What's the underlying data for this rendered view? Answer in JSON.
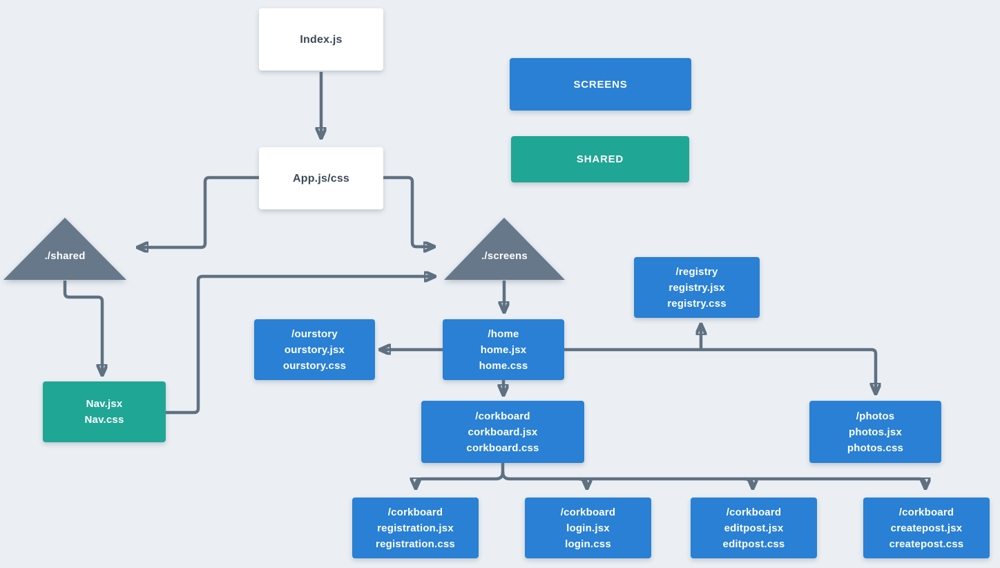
{
  "colors": {
    "background": "#ebeff4",
    "screens_blue": "#2980d4",
    "shared_teal": "#20a694",
    "folder_gray": "#66788a",
    "connector_gray": "#5f7181",
    "entry_text": "#3d4a57"
  },
  "legend": {
    "screens": "SCREENS",
    "shared": "SHARED"
  },
  "entries": {
    "index": "Index.js",
    "app": "App.js/css"
  },
  "folders": {
    "shared": "./shared",
    "screens": "./screens"
  },
  "nodes": {
    "registry": {
      "type": "screen",
      "lines": [
        "/registry",
        "registry.jsx",
        "registry.css"
      ]
    },
    "ourstory": {
      "type": "screen",
      "lines": [
        "/ourstory",
        "ourstory.jsx",
        "ourstory.css"
      ]
    },
    "home": {
      "type": "screen",
      "lines": [
        "/home",
        "home.jsx",
        "home.css"
      ]
    },
    "corkboard": {
      "type": "screen",
      "lines": [
        "/corkboard",
        "corkboard.jsx",
        "corkboard.css"
      ]
    },
    "photos": {
      "type": "screen",
      "lines": [
        "/photos",
        "photos.jsx",
        "photos.css"
      ]
    },
    "nav": {
      "type": "shared",
      "lines": [
        "Nav.jsx",
        "Nav.css"
      ]
    },
    "registration": {
      "type": "screen",
      "lines": [
        "/corkboard",
        "registration.jsx",
        "registration.css"
      ]
    },
    "login": {
      "type": "screen",
      "lines": [
        "/corkboard",
        "login.jsx",
        "login.css"
      ]
    },
    "editpost": {
      "type": "screen",
      "lines": [
        "/corkboard",
        "editpost.jsx",
        "editpost.css"
      ]
    },
    "createpost": {
      "type": "screen",
      "lines": [
        "/corkboard",
        "createpost.jsx",
        "createpost.css"
      ]
    }
  },
  "connections": [
    {
      "from": "Index.js",
      "to": "App.js/css"
    },
    {
      "from": "App.js/css",
      "to": "./shared"
    },
    {
      "from": "App.js/css",
      "to": "./screens"
    },
    {
      "from": "./shared",
      "to": "Nav.jsx/Nav.css"
    },
    {
      "from": "Nav.jsx/Nav.css",
      "to": "./screens"
    },
    {
      "from": "./screens",
      "to": "/home"
    },
    {
      "from": "/home",
      "to": "/ourstory"
    },
    {
      "from": "/home",
      "to": "/registry"
    },
    {
      "from": "/home",
      "to": "/photos"
    },
    {
      "from": "/home",
      "to": "/corkboard"
    },
    {
      "from": "/corkboard",
      "to": "/corkboard registration"
    },
    {
      "from": "/corkboard",
      "to": "/corkboard login"
    },
    {
      "from": "/corkboard",
      "to": "/corkboard editpost"
    },
    {
      "from": "/corkboard",
      "to": "/corkboard createpost"
    }
  ]
}
